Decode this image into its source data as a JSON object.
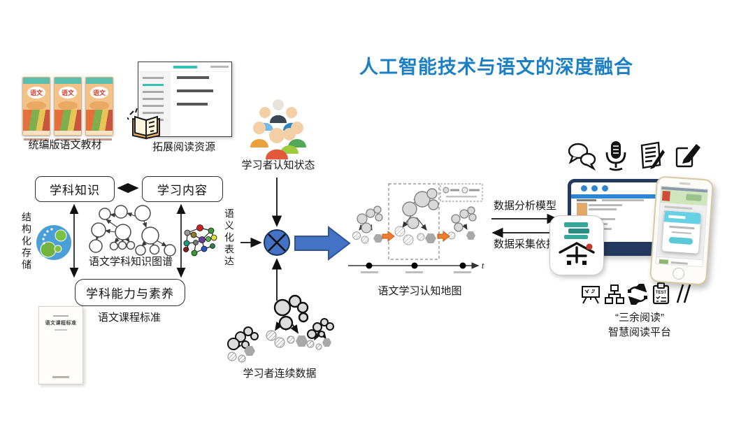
{
  "title": "人工智能技术与语文的深度融合",
  "materials": {
    "textbooks_label": "统编版语文教材",
    "textbook_cover_title": "语文",
    "reading_resources_label": "拓展阅读资源"
  },
  "knowledge": {
    "subject_knowledge": "学科知识",
    "learning_content": "学习内容",
    "structured_storage": "结构化存储",
    "knowledge_graph_label": "语文学科知识图谱",
    "ability_literacy": "学科能力与素养",
    "curriculum_standard_label": "语文课程标准",
    "curriculum_book_title": "语文课程标准",
    "semantic_expression": "语义化表达"
  },
  "learner": {
    "cognitive_state_label": "学习者认知状态",
    "continuous_data_label": "学习者连续数据"
  },
  "map": {
    "label": "语文学习认知地图",
    "time_axis": "t"
  },
  "platform": {
    "analysis_label": "数据分析模型",
    "collection_label": "数据采集依托",
    "name_line1": "“三余阅读”",
    "name_line2": "智慧阅读平台",
    "test_text": "TEST"
  },
  "icons": {
    "top_row": [
      "chat-icon",
      "microphone-icon",
      "notes-icon",
      "compose-icon"
    ],
    "bottom_row": [
      "presentation-board-icon",
      "hierarchy-icon",
      "sync-icon",
      "test-clipboard-icon",
      "pens-icon"
    ],
    "left": [
      "graph-database-icon",
      "semantic-network-icon",
      "open-book-icon"
    ]
  },
  "colors": {
    "title_blue": "#1b7fc4",
    "fusion_blue": "#4472c4",
    "navy": "#24395e",
    "orange_arrow": "#ed7d31",
    "teal": "#35c2b4"
  }
}
